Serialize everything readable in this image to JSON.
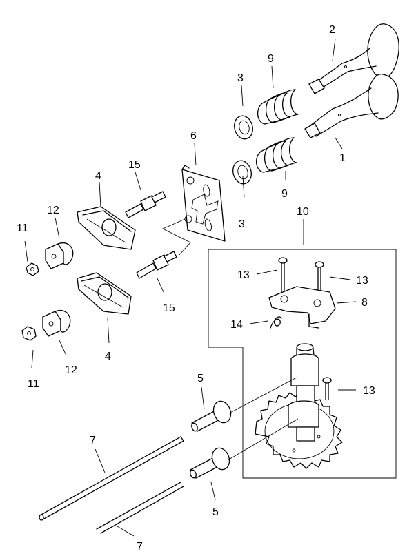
{
  "callouts": [
    {
      "id": "c2",
      "text": "2"
    },
    {
      "id": "c1",
      "text": "1"
    },
    {
      "id": "c3a",
      "text": "3"
    },
    {
      "id": "c9a",
      "text": "9"
    },
    {
      "id": "c3b",
      "text": "3"
    },
    {
      "id": "c9b",
      "text": "9"
    },
    {
      "id": "c6",
      "text": "6"
    },
    {
      "id": "c15a",
      "text": "15"
    },
    {
      "id": "c15b",
      "text": "15"
    },
    {
      "id": "c4a",
      "text": "4"
    },
    {
      "id": "c4b",
      "text": "4"
    },
    {
      "id": "c12a",
      "text": "12"
    },
    {
      "id": "c12b",
      "text": "12"
    },
    {
      "id": "c11a",
      "text": "11"
    },
    {
      "id": "c11b",
      "text": "11"
    },
    {
      "id": "c10",
      "text": "10"
    },
    {
      "id": "c13a",
      "text": "13"
    },
    {
      "id": "c13b",
      "text": "13"
    },
    {
      "id": "c13c",
      "text": "13"
    },
    {
      "id": "c8",
      "text": "8"
    },
    {
      "id": "c14",
      "text": "14"
    },
    {
      "id": "c5a",
      "text": "5"
    },
    {
      "id": "c5b",
      "text": "5"
    },
    {
      "id": "c7a",
      "text": "7"
    },
    {
      "id": "c7b",
      "text": "7"
    }
  ]
}
